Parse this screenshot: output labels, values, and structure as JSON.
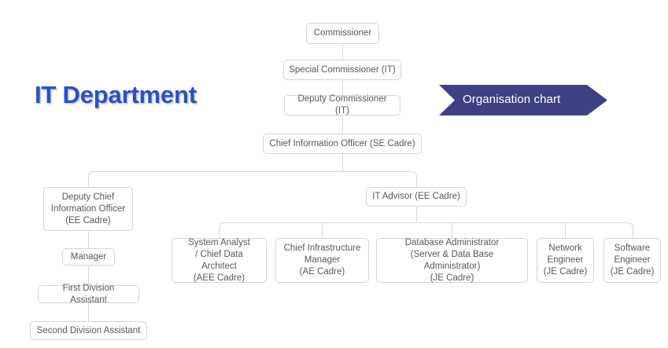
{
  "page": {
    "title": "IT Department",
    "background_color": "#ffffff"
  },
  "banner": {
    "label": "Organisation chart",
    "fill_color": "#3e4083",
    "text_color": "#ffffff",
    "shape": "chevron-ribbon"
  },
  "theme": {
    "title_color": "#2e4fbf",
    "node_border_color": "#d5d5d5",
    "node_text_color": "#585858",
    "connector_color": "#d9d9d9"
  },
  "chart_data": {
    "type": "diagram",
    "diagram_type": "organisation-chart",
    "title": "IT Department",
    "nodes": [
      {
        "id": "commissioner",
        "label": "Commissioner",
        "level": 0
      },
      {
        "id": "special-commissioner",
        "label": "Special Commissioner (IT)",
        "level": 1
      },
      {
        "id": "deputy-commissioner",
        "label": "Deputy Commissioner (IT)",
        "level": 2
      },
      {
        "id": "cio",
        "label": "Chief Information Officer (SE Cadre)",
        "level": 3
      },
      {
        "id": "dcio",
        "label": "Deputy Chief\nInformation Officer\n(EE Cadre)",
        "level": 4
      },
      {
        "id": "it-advisor",
        "label": "IT Advisor (EE Cadre)",
        "level": 4
      },
      {
        "id": "manager",
        "label": "Manager",
        "level": 5
      },
      {
        "id": "first-division-assistant",
        "label": "First Division Assistant",
        "level": 6
      },
      {
        "id": "second-division-assistant",
        "label": "Second Division Assistant",
        "level": 7
      },
      {
        "id": "system-analyst",
        "label": "System Analyst\n/ Chief Data Architect\n(AEE Cadre)",
        "level": 5
      },
      {
        "id": "chief-infrastructure-manager",
        "label": "Chief Infrastructure\nManager\n(AE Cadre)",
        "level": 5
      },
      {
        "id": "database-administrator",
        "label": "Database Administrator\n(Server & Data Base Administrator)\n(JE Cadre)",
        "level": 5
      },
      {
        "id": "network-engineer",
        "label": "Network\nEngineer\n(JE Cadre)",
        "level": 5
      },
      {
        "id": "software-engineer",
        "label": "Software\nEngineer\n(JE Cadre)",
        "level": 5
      }
    ],
    "edges": [
      {
        "from": "commissioner",
        "to": "special-commissioner"
      },
      {
        "from": "special-commissioner",
        "to": "deputy-commissioner"
      },
      {
        "from": "deputy-commissioner",
        "to": "cio"
      },
      {
        "from": "cio",
        "to": "dcio"
      },
      {
        "from": "cio",
        "to": "it-advisor"
      },
      {
        "from": "dcio",
        "to": "manager"
      },
      {
        "from": "manager",
        "to": "first-division-assistant"
      },
      {
        "from": "first-division-assistant",
        "to": "second-division-assistant"
      },
      {
        "from": "it-advisor",
        "to": "system-analyst"
      },
      {
        "from": "it-advisor",
        "to": "chief-infrastructure-manager"
      },
      {
        "from": "it-advisor",
        "to": "database-administrator"
      },
      {
        "from": "it-advisor",
        "to": "network-engineer"
      },
      {
        "from": "it-advisor",
        "to": "software-engineer"
      }
    ]
  }
}
